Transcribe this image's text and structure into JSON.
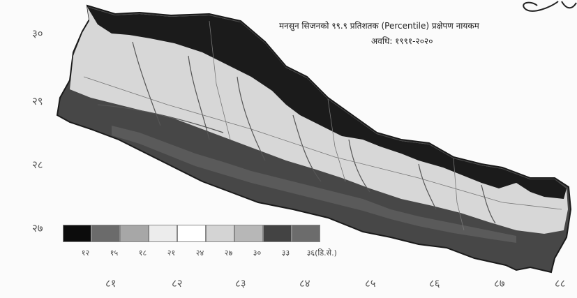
{
  "map": {
    "title_line1": "मनसुन सिजनको ९९.९ प्रतिशतक (Percentile) प्रक्षेपण नायकम",
    "title_line2": "अवधि: १९९१-२०२०",
    "latitude_labels": [
      "३०",
      "२९",
      "२८",
      "२७"
    ],
    "longitude_labels": [
      "८१",
      "८२",
      "८३",
      "८४",
      "८५",
      "८६",
      "८७",
      "८८"
    ]
  },
  "legend": {
    "tick_labels": [
      "१२",
      "१५",
      "१८",
      "२१",
      "२४",
      "२७",
      "३०",
      "३३",
      "३६(डि.से.)"
    ],
    "colors": [
      "#0c0c0c",
      "#6b6b6b",
      "#a7a7a7",
      "#ececec",
      "#ffffff",
      "#d4d4d4",
      "#b7b7b7",
      "#434343",
      "#6c6c6c"
    ]
  },
  "colors": {
    "mountain": "#1b1b1b",
    "hill": "#d7d7d7",
    "terai": "#474747",
    "river": "#555555",
    "border": "#1a1a1a"
  }
}
